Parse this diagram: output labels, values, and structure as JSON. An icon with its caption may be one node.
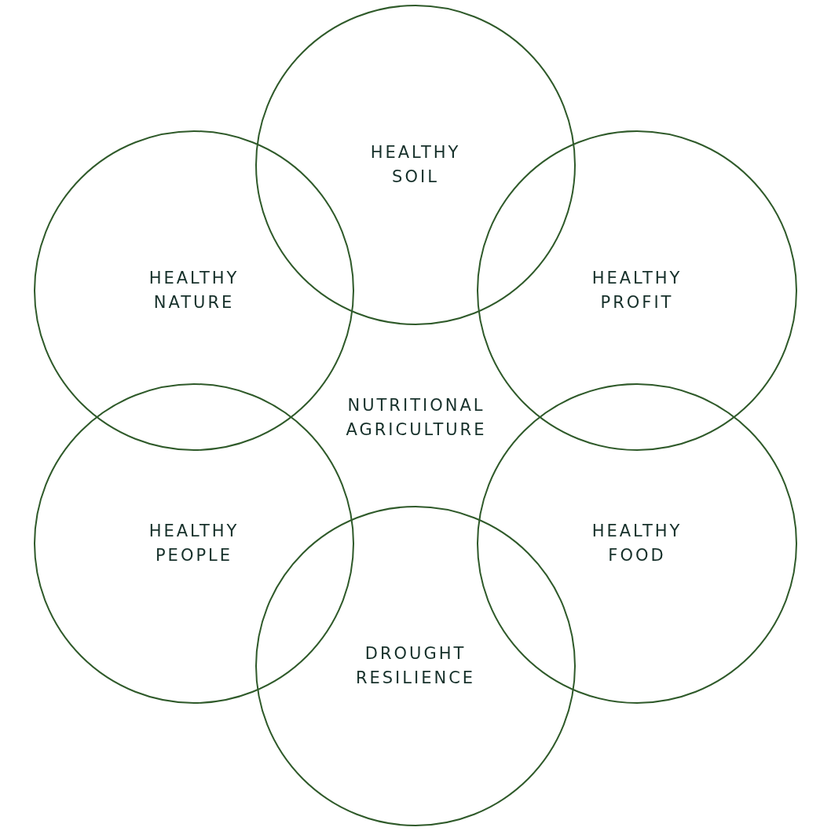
{
  "diagram": {
    "nodes": [
      {
        "text": [
          "HEALTHY SOIL"
        ]
      },
      {
        "text": [
          "HEALTHY NATURE"
        ]
      },
      {
        "text": [
          "HEALTHY PROFIT"
        ]
      },
      {
        "text": [
          "HEALTHY PEOPLE"
        ]
      },
      {
        "text": [
          "HEALTHY FOOD"
        ]
      },
      {
        "text": [
          "DROUGHT RESILIENCE"
        ]
      }
    ],
    "labels": [
      "NUTRITIONAL AGRICULTURE"
    ]
  }
}
